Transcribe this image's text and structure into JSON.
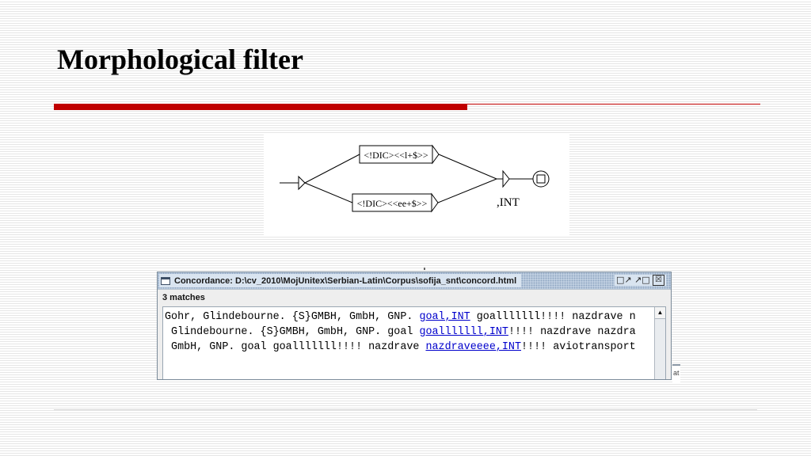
{
  "slide": {
    "title": "Morphological filter"
  },
  "graph": {
    "upper_box": "<!DIC><<l+$>>",
    "lower_box": "<!DIC><<ee+$>>",
    "output_label": ",INT"
  },
  "window": {
    "title": "Concordance: D:\\cv_2010\\MojUnitex\\Serbian-Latin\\Corpus\\sofija_snt\\concord.html",
    "matches": "3 matches",
    "controls": [
      "□↗",
      "↗□",
      "☒"
    ]
  },
  "concordance": [
    {
      "left": "Gohr, Glindebourne. {S}GMBH, GmbH, GNP. ",
      "match": "goal,INT",
      "right": " goalllllll!!!! nazdrave n"
    },
    {
      "left": " Glindebourne. {S}GMBH, GmbH, GNP. goal ",
      "match": "goalllllll,INT",
      "right": "!!!! nazdrave nazdra"
    },
    {
      "left": " GmbH, GNP. goal goalllllll!!!! nazdrave ",
      "match": "nazdraveeee,INT",
      "right": "!!!! aviotransport"
    }
  ],
  "side_fragment": "at",
  "colors": {
    "accent_red": "#c00000",
    "link_blue": "#0000cc"
  }
}
